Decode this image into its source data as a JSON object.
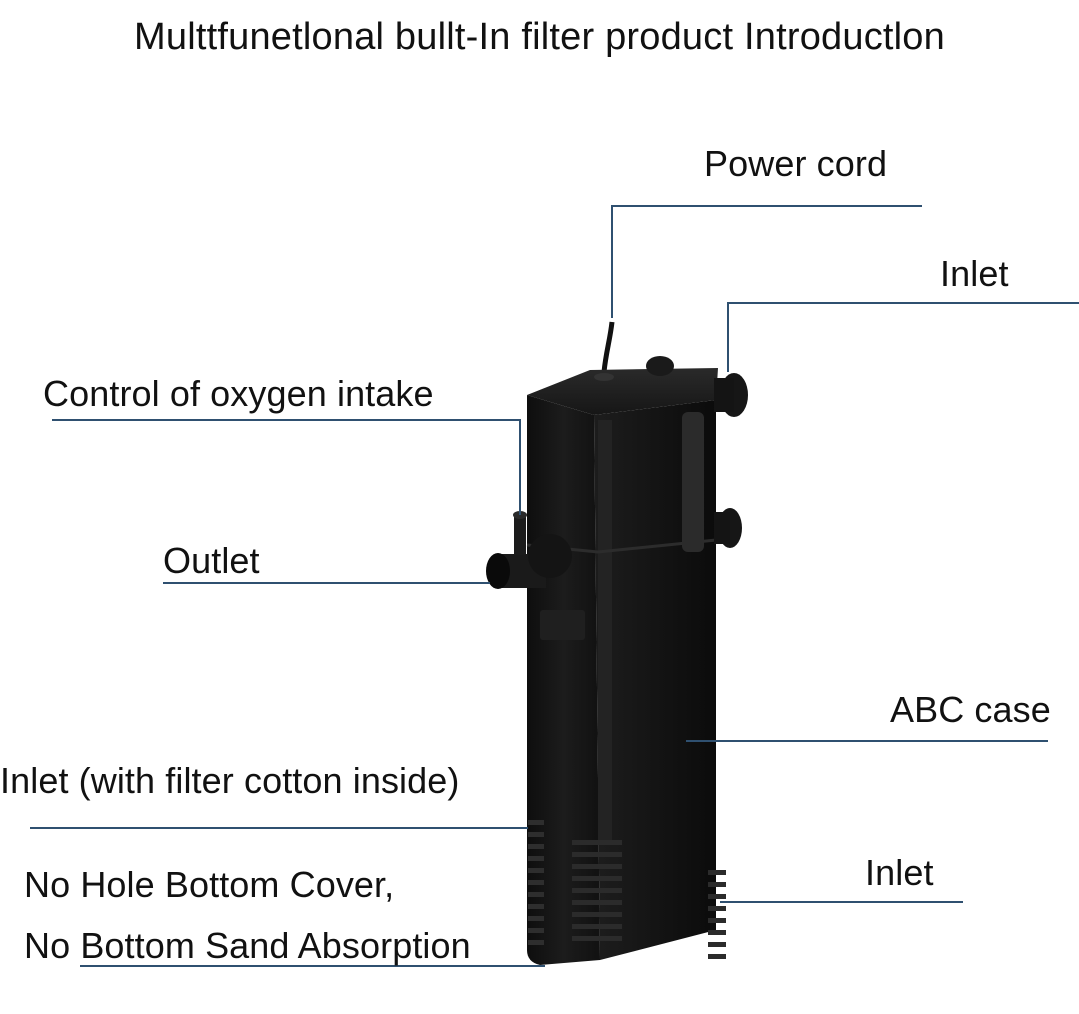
{
  "title": "Multtfunetlonal bullt-In filter product Introductlon",
  "callouts": {
    "power_cord": "Power cord",
    "inlet_top": "Inlet",
    "oxygen_control": "Control of oxygen intake",
    "outlet": "Outlet",
    "abc_case": "ABC case",
    "inlet_cotton": "Inlet (with filter cotton inside)",
    "inlet_bottom": "Inlet",
    "no_hole_cover": "No Hole Bottom Cover,",
    "no_sand_absorption": "No Bottom Sand Absorption"
  },
  "colors": {
    "leader_line": "#2f5070",
    "filter_body": "#151515",
    "background": "#ffffff"
  }
}
